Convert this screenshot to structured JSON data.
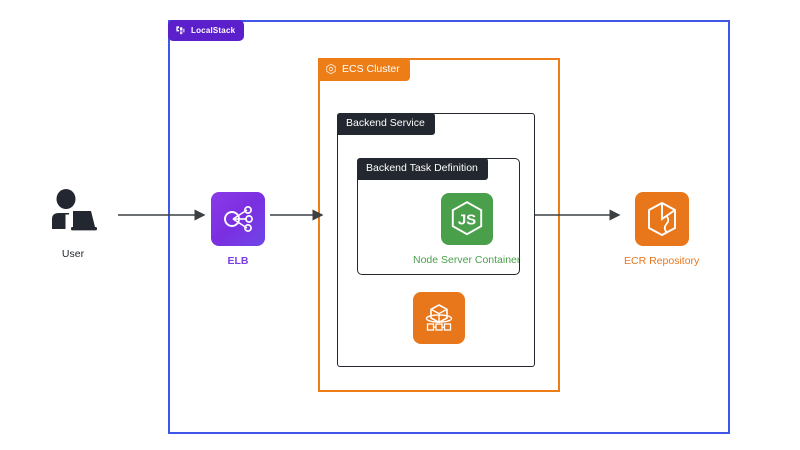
{
  "diagram": {
    "type": "architecture-diagram",
    "background": "#ffffff",
    "boundaries": [
      {
        "id": "localstack",
        "label": "LocalStack",
        "icon": "localstack-logo-icon",
        "border_color": "#3F56E8",
        "badge_color": "#5B1FCC",
        "badge_text_color": "#ffffff"
      },
      {
        "id": "ecs-cluster",
        "label": "ECS Cluster",
        "icon": "ecs-cluster-hexagon-icon",
        "border_color": "#ED7D16",
        "badge_color": "#ED7D16",
        "badge_text_color": "#ffffff"
      },
      {
        "id": "backend-service",
        "label": "Backend Service",
        "border_color": "#23272F",
        "badge_color": "#23272F",
        "badge_text_color": "#ffffff"
      },
      {
        "id": "backend-task-definition",
        "label": "Backend Task Definition",
        "border_color": "#23272F",
        "badge_color": "#23272F",
        "badge_text_color": "#ffffff"
      }
    ],
    "nodes": [
      {
        "id": "user",
        "label": "User",
        "icon": "user-laptop-icon",
        "label_color": "#23272F",
        "tile_color": "transparent"
      },
      {
        "id": "elb",
        "label": "ELB",
        "icon": "load-balancer-icon",
        "label_color": "#7B3FE4",
        "tile_color": "#7B2FE0"
      },
      {
        "id": "node-server-container",
        "label": "Node Server Container",
        "icon": "nodejs-js-hexagon-icon",
        "label_color": "#4AA04A",
        "tile_color": "#4AA04A"
      },
      {
        "id": "ecs-task",
        "label": "",
        "icon": "ecs-task-cube-icon",
        "label_color": "",
        "tile_color": "#E8761B"
      },
      {
        "id": "ecr-repository",
        "label": "ECR Repository",
        "icon": "ecr-repository-cube-icon",
        "label_color": "#E8761B",
        "tile_color": "#E8761B"
      }
    ],
    "connections": [
      {
        "id": "user-to-elb",
        "from": "user",
        "to": "elb",
        "color": "#3C4043",
        "direction": "right"
      },
      {
        "id": "elb-to-service",
        "from": "elb",
        "to": "backend-service",
        "color": "#3C4043",
        "direction": "right"
      },
      {
        "id": "service-to-ecr",
        "from": "backend-service",
        "to": "ecr-repository",
        "color": "#3C4043",
        "direction": "right"
      }
    ]
  }
}
